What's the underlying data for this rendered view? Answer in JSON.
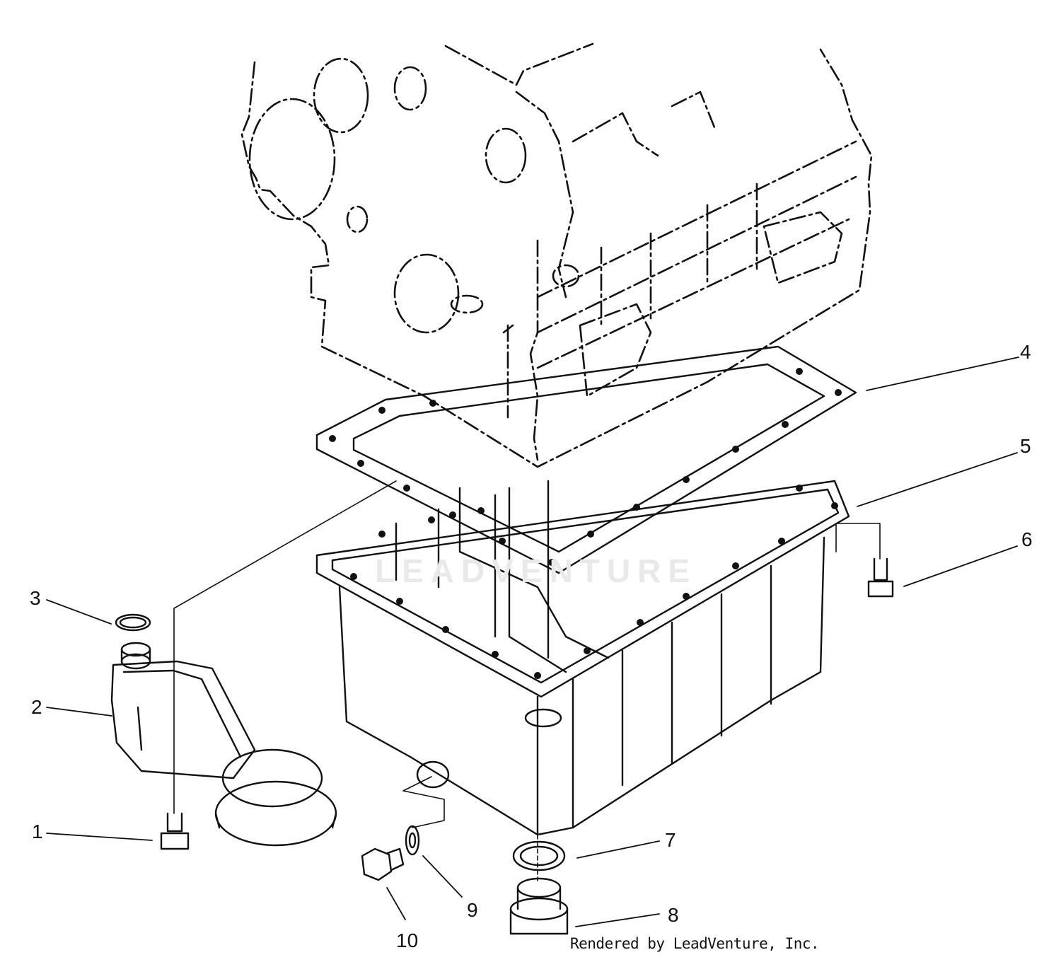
{
  "diagram": {
    "callouts": [
      {
        "id": "1",
        "label": "1"
      },
      {
        "id": "2",
        "label": "2"
      },
      {
        "id": "3",
        "label": "3"
      },
      {
        "id": "4",
        "label": "4"
      },
      {
        "id": "5",
        "label": "5"
      },
      {
        "id": "6",
        "label": "6"
      },
      {
        "id": "7",
        "label": "7"
      },
      {
        "id": "8",
        "label": "8"
      },
      {
        "id": "9",
        "label": "9"
      },
      {
        "id": "10",
        "label": "10"
      }
    ],
    "credit": "Rendered by LeadVenture, Inc.",
    "watermark": "LEADVENTURE"
  }
}
